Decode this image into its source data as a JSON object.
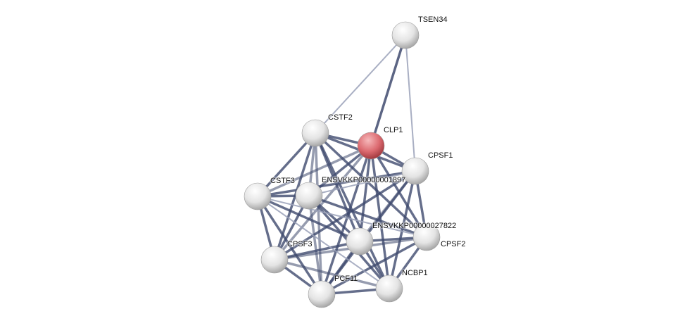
{
  "network": {
    "query_node": "CLP1",
    "colors": {
      "query": "#d9575e",
      "node": "#e6e6e6",
      "edge": "#3f4a6e",
      "edge_weak": "#9aa1b8"
    },
    "nodes": [
      "TSEN34",
      "CSTF2",
      "CLP1",
      "CPSF1",
      "CSTF3",
      "ENSVKKP00000001897",
      "CPSF2",
      "ENSVKKP00000027822",
      "CPSF3",
      "PCF11",
      "NCBP1"
    ],
    "edges_weak": [
      [
        "TSEN34",
        "CSTF2"
      ],
      [
        "TSEN34",
        "CPSF1"
      ],
      [
        "CSTF3",
        "CPSF2"
      ],
      [
        "ENSVKKP00000001897",
        "CPSF1"
      ],
      [
        "CSTF3",
        "NCBP1"
      ]
    ],
    "edges_strong": [
      [
        "TSEN34",
        "CLP1"
      ]
    ],
    "fully_connected_group": [
      "CSTF2",
      "CLP1",
      "CPSF1",
      "CSTF3",
      "ENSVKKP00000001897",
      "CPSF2",
      "ENSVKKP00000027822",
      "CPSF3",
      "PCF11",
      "NCBP1"
    ]
  }
}
